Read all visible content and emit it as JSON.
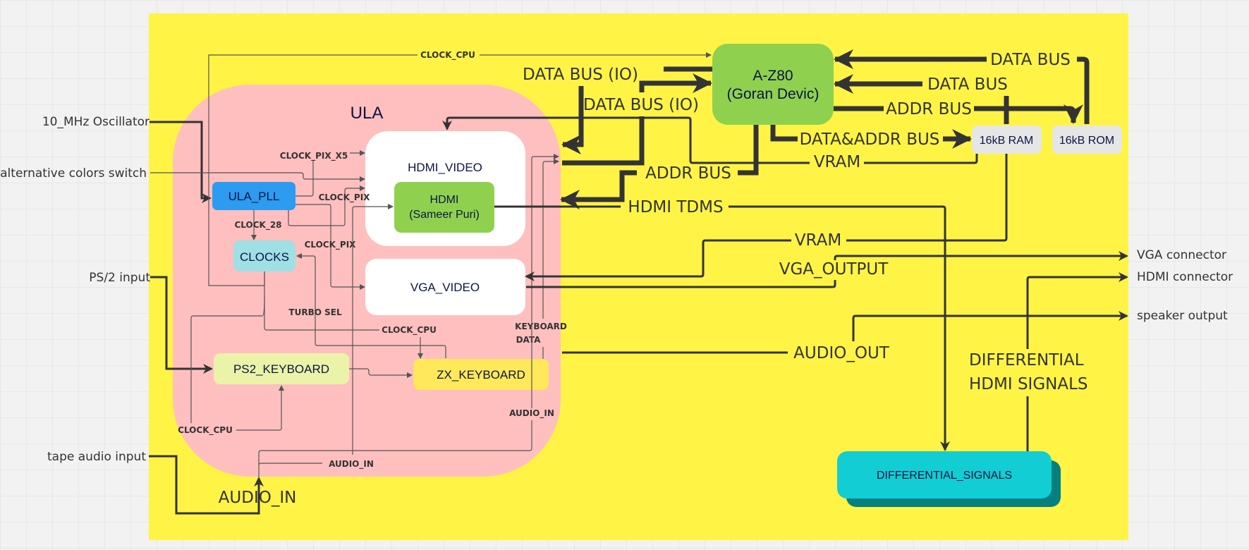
{
  "diagram": {
    "container_title": "ULA",
    "colors": {
      "canvas": "#fff445",
      "ula": "#ffbfbf",
      "z80": "#8fd14f",
      "ula_pll": "#2d9bf0",
      "clocks": "#9ee0e4",
      "ps2_keyboard": "#eaf3a8",
      "zx_keyboard": "#ffe95a",
      "memory": "#e6e6e6",
      "differential": "#12cdd4",
      "differential_shadow": "#067f7f",
      "hdmi": "#8fd14f"
    },
    "external_inputs": {
      "oscillator": "10_MHz Oscillator",
      "alt_colors": "alternative colors switch",
      "ps2": "PS/2 input",
      "tape": "tape audio input"
    },
    "external_outputs": {
      "vga": "VGA connector",
      "hdmi": "HDMI connector",
      "speaker": "speaker output"
    },
    "nodes": {
      "z80_line1": "A-Z80",
      "z80_line2": "(Goran Devic)",
      "ram": "16kB RAM",
      "rom": "16kB ROM",
      "hdmi_video": "HDMI_VIDEO",
      "hdmi_line1": "HDMI",
      "hdmi_line2": "(Sameer Puri)",
      "vga_video": "VGA_VIDEO",
      "ula_pll": "ULA_PLL",
      "clocks": "CLOCKS",
      "ps2_keyboard": "PS2_KEYBOARD",
      "zx_keyboard": "ZX_KEYBOARD",
      "differential": "DIFFERENTIAL_SIGNALS"
    },
    "signals": {
      "clock_cpu_top": "CLOCK_CPU",
      "clock_pix_x5": "CLOCK_PIX_X5",
      "clock_pix_1": "CLOCK_PIX",
      "clock_28": "CLOCK_28",
      "clock_pix_2": "CLOCK_PIX",
      "turbo_sel": "TURBO SEL",
      "clock_cpu_mid": "CLOCK_CPU",
      "keyboard_data_1": "KEYBOARD",
      "keyboard_data_2": "DATA",
      "audio_in_right": "AUDIO_IN",
      "clock_cpu_bottom": "CLOCK_CPU",
      "audio_in_bottom": "AUDIO_IN"
    },
    "buses": {
      "data_bus_io_1": "DATA BUS (IO)",
      "data_bus_io_2": "DATA BUS (IO)",
      "data_bus_rom": "DATA BUS",
      "data_bus_ram": "DATA BUS",
      "addr_bus_top": "ADDR BUS",
      "data_addr_bus": "DATA&ADDR BUS",
      "vram_top": "VRAM",
      "addr_bus_ula": "ADDR BUS",
      "hdmi_tdms": "HDMI TDMS",
      "vram_mid": "VRAM",
      "vga_output": "VGA_OUTPUT",
      "audio_out": "AUDIO_OUT",
      "diff_hdmi_1": "DIFFERENTIAL",
      "diff_hdmi_2": "HDMI SIGNALS",
      "audio_in_ext": "AUDIO_IN"
    }
  }
}
